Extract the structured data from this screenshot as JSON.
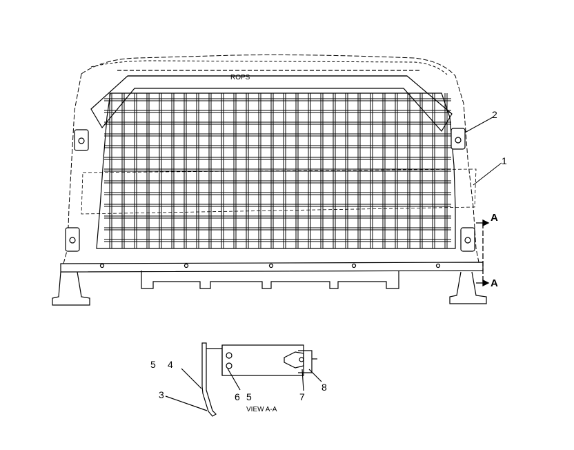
{
  "main_label": "ROPS",
  "section_marker": "A",
  "view_caption": "VIEW A-A",
  "callouts": {
    "c1": "1",
    "c2": "2",
    "c3": "3",
    "c4": "4",
    "c5a": "5",
    "c5b": "5",
    "c6": "6",
    "c7": "7",
    "c8": "8"
  }
}
